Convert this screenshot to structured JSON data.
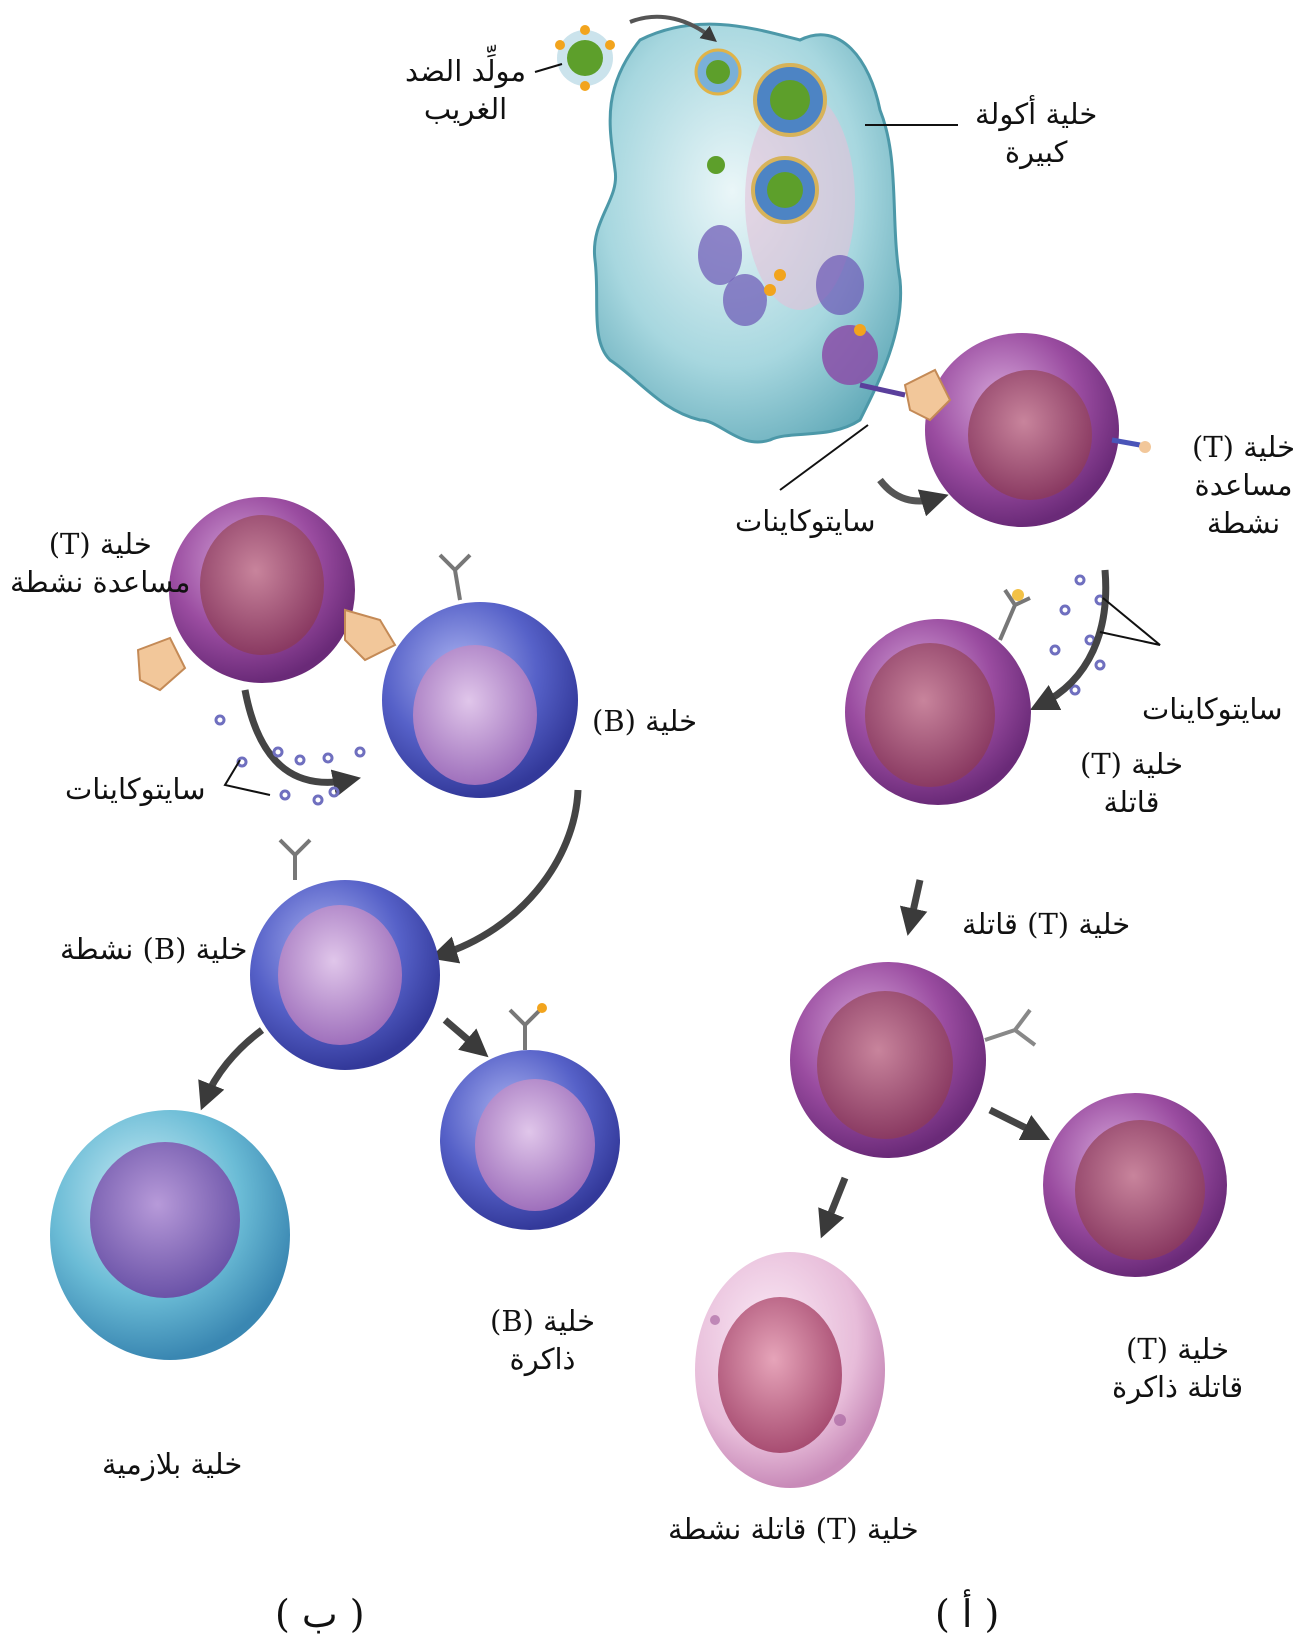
{
  "labels": {
    "antigen": [
      "مولِّد الضد",
      "الغريب"
    ],
    "macrophage": [
      "خلية أكولة",
      "كبيرة"
    ],
    "cytokines_top": "سايتوكاينات",
    "helper_t_active_a": [
      "خلية (T)",
      "مساعدة",
      "نشطة"
    ],
    "cytokines_right": "سايتوكاينات",
    "killer_t_1": [
      "خلية (T)",
      "قاتلة"
    ],
    "killer_t_2": "خلية (T) قاتلة",
    "memory_killer_t": [
      "خلية (T)",
      "قاتلة ذاكرة"
    ],
    "active_killer_t": "خلية (T) قاتلة نشطة",
    "helper_t_active_b": [
      "خلية (T)",
      "مساعدة نشطة"
    ],
    "b_cell": "خلية (B)",
    "cytokines_left": "سايتوكاينات",
    "active_b_cell": "خلية (B) نشطة",
    "plasma_cell": "خلية بلازمية",
    "memory_b_cell": [
      "خلية (B)",
      "ذاكرة"
    ]
  },
  "panels": {
    "a": "( أ )",
    "b": "( ب )"
  },
  "colors": {
    "t_cell": "#8e3f95",
    "t_nucleus": "#b05a7c",
    "b_cell": "#4a54b8",
    "b_nucleus": "#a77bbb",
    "plasma": "#5fb6cf",
    "macrophage": "#7fc3d0",
    "active_killer": "#eac6e0",
    "antigen": "#5d9f2b",
    "cytokine": "#6f6fbf"
  }
}
